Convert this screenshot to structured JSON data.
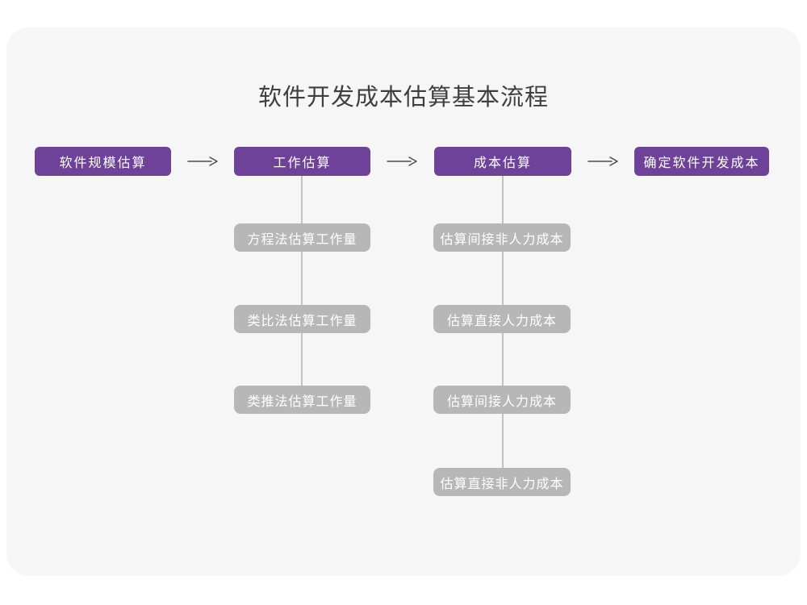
{
  "title": "软件开发成本估算基本流程",
  "colors": {
    "primary_node": "#6d4298",
    "secondary_node": "#b7b7b7",
    "card_background": "#f6f6f7",
    "page_background": "#ffffff",
    "node_text": "#ffffff",
    "title_text": "#3f3f3f",
    "arrow": "#4b4b4b",
    "connector_line": "#c2c2c2"
  },
  "flow": {
    "main_nodes": [
      {
        "label": "软件规模估算"
      },
      {
        "label": "工作估算"
      },
      {
        "label": "成本估算"
      },
      {
        "label": "确定软件开发成本"
      }
    ],
    "work_estimation_methods": [
      {
        "label": "方程法估算工作量"
      },
      {
        "label": "类比法估算工作量"
      },
      {
        "label": "类推法估算工作量"
      }
    ],
    "cost_estimation_steps": [
      {
        "label": "估算间接非人力成本"
      },
      {
        "label": "估算直接人力成本"
      },
      {
        "label": "估算间接人力成本"
      },
      {
        "label": "估算直接非人力成本"
      }
    ]
  }
}
